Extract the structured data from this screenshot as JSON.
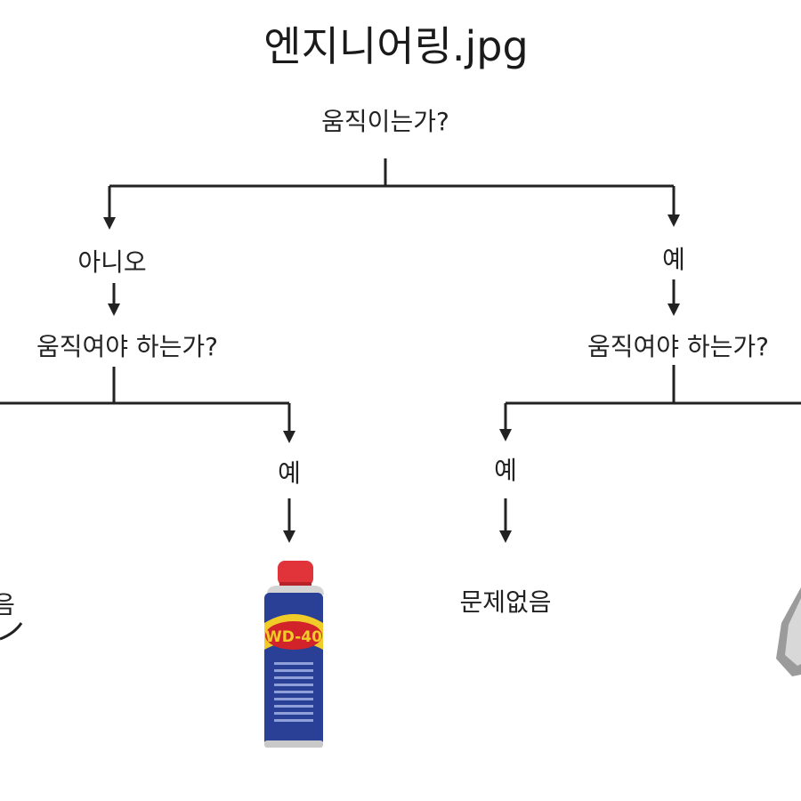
{
  "title": "엔지니어링.jpg",
  "root_question": "움직이는가?",
  "branch_no": {
    "label": "아니오",
    "question": "움직여야 하는가?",
    "yes_label": "예",
    "yes_result": "wd40-can",
    "no_result_partial": "음"
  },
  "branch_yes": {
    "label": "예",
    "question": "움직여야 하는가?",
    "yes_label": "예",
    "yes_result": "문제없음",
    "no_result": "duct-tape"
  },
  "wd40": {
    "brand": "WD-40"
  },
  "colors": {
    "line": "#222222",
    "wd40_blue": "#2a3f96",
    "wd40_yellow": "#f1cc28",
    "wd40_red": "#d2232a",
    "cap_red": "#e0343a"
  }
}
